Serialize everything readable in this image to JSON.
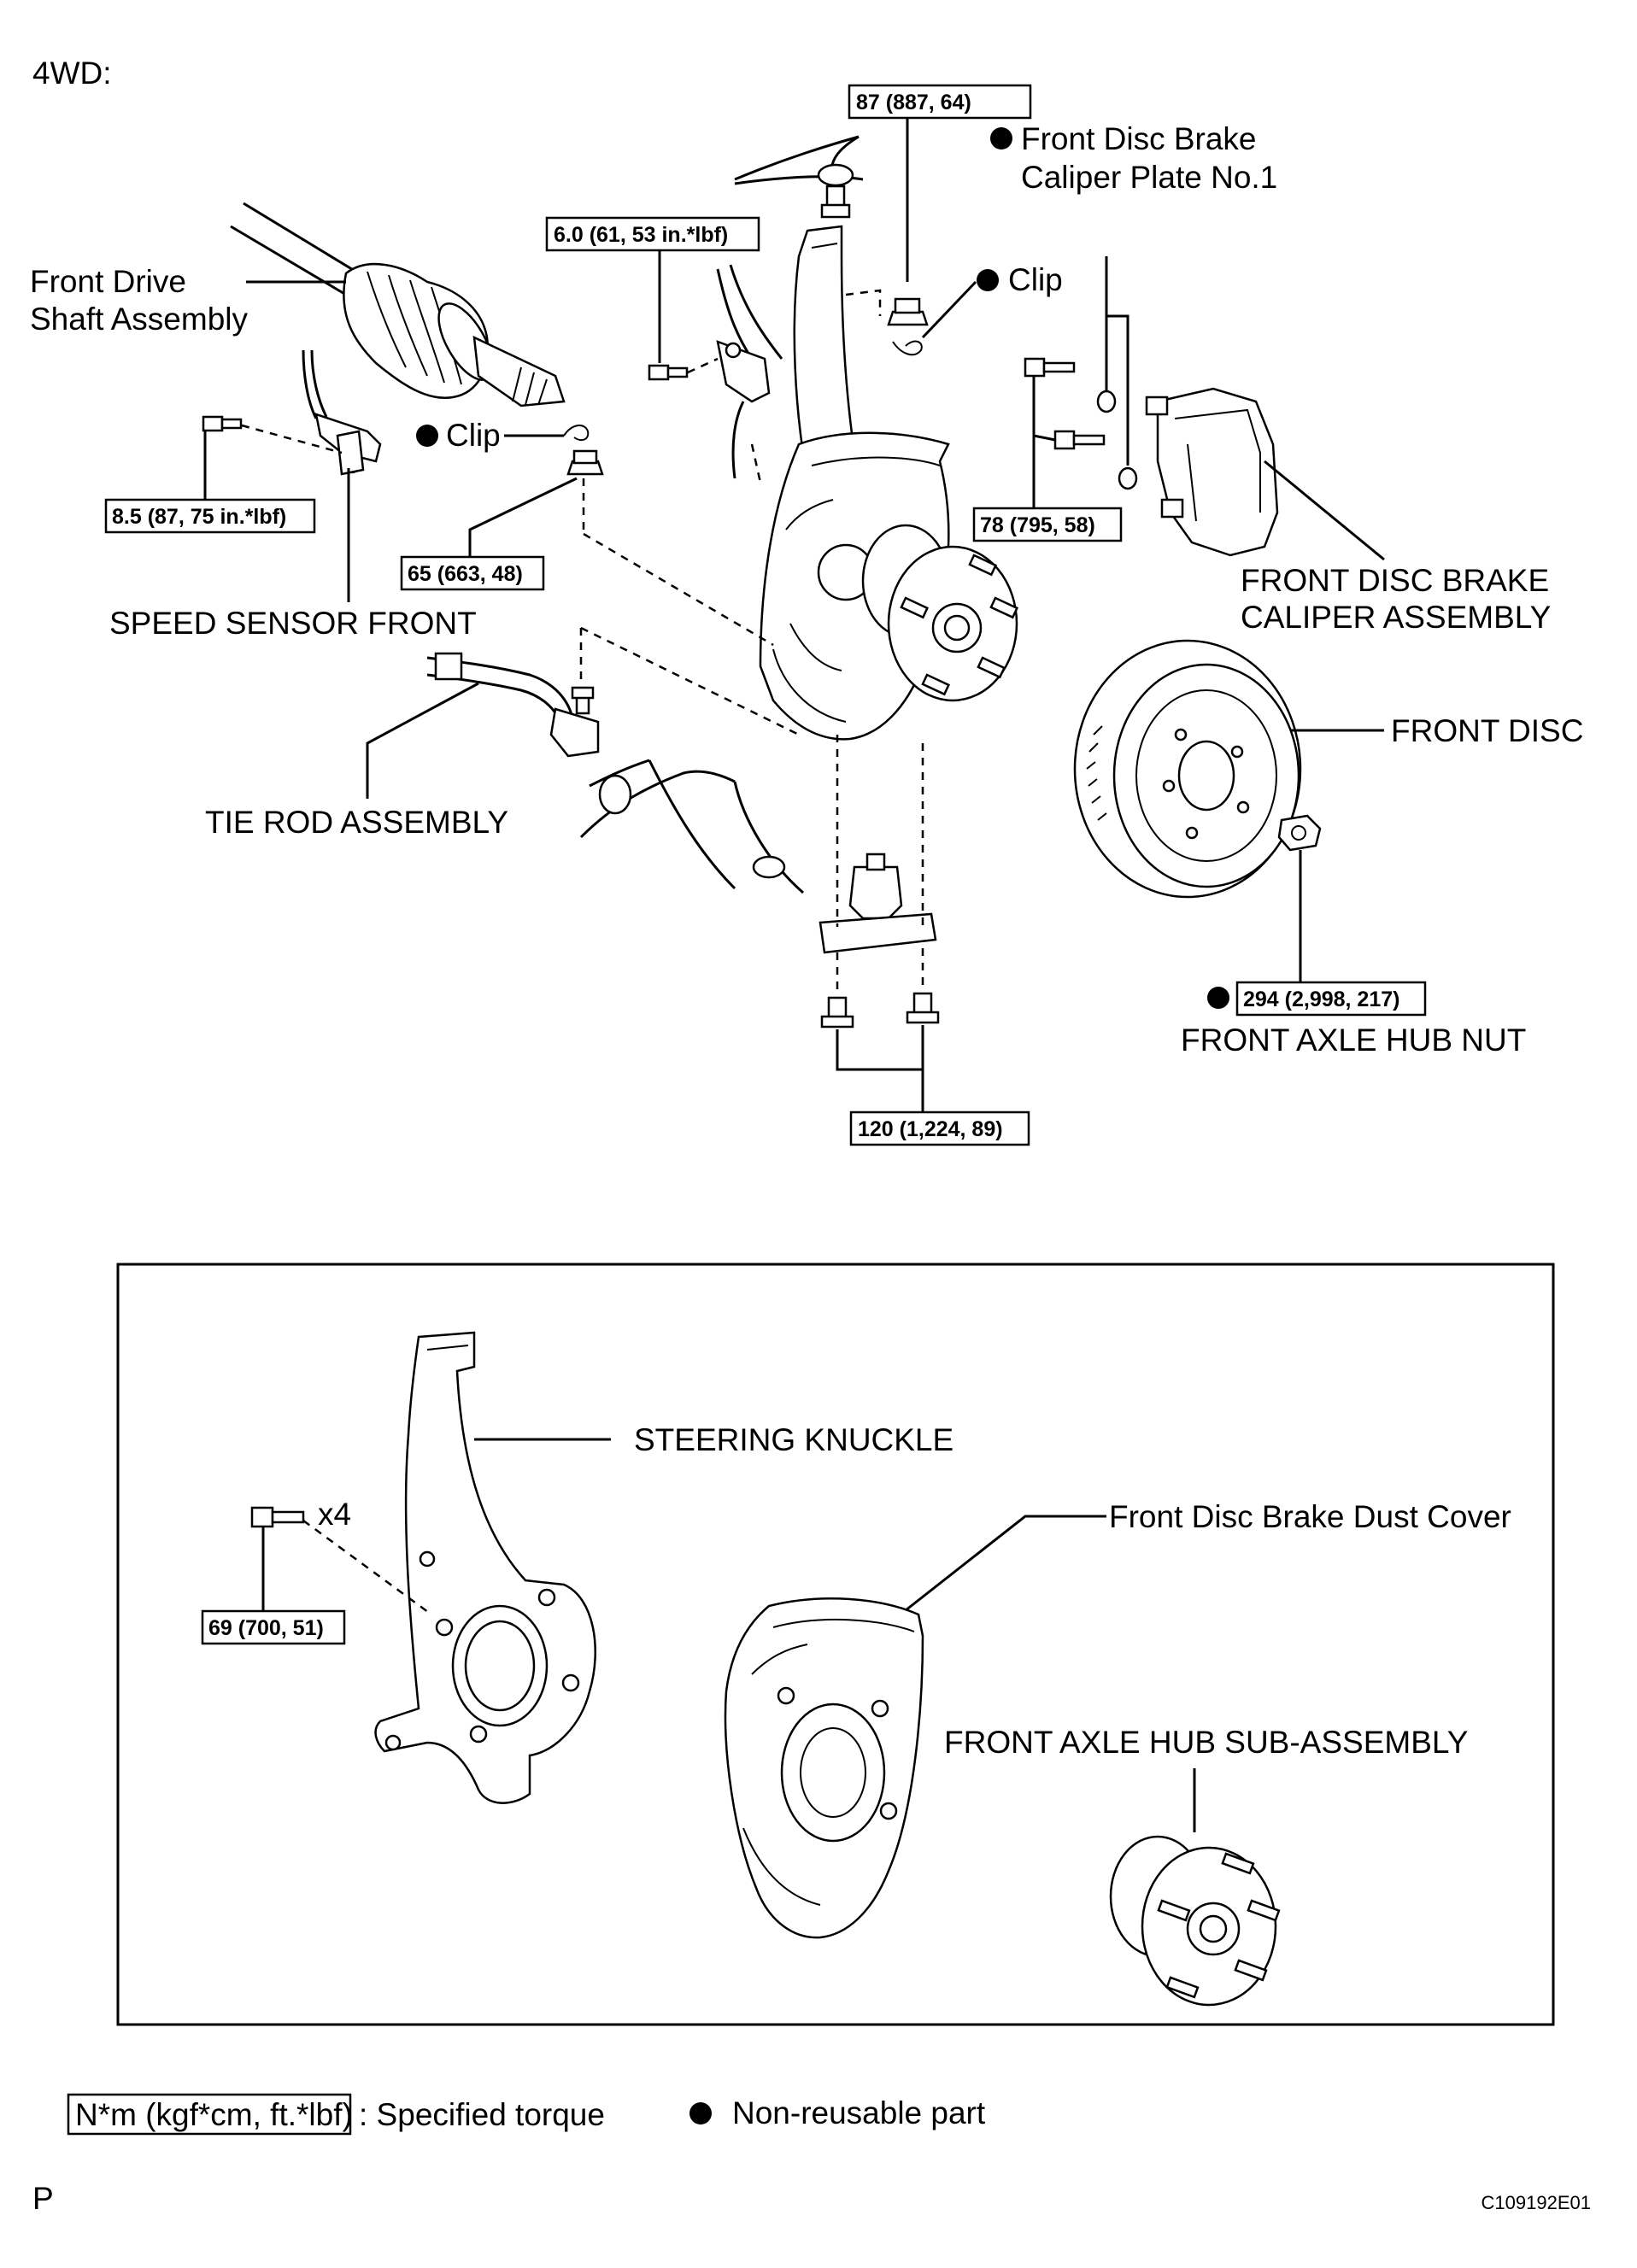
{
  "header": {
    "variant": "4WD:"
  },
  "labels": {
    "drive_shaft_line1": "Front Drive",
    "drive_shaft_line2": "Shaft Assembly",
    "caliper_plate_line1": "Front Disc Brake",
    "caliper_plate_line2": "Caliper Plate No.1",
    "clip_upper": "Clip",
    "clip_lower": "Clip",
    "speed_sensor": "SPEED SENSOR FRONT",
    "caliper_assembly_line1": "FRONT DISC BRAKE",
    "caliper_assembly_line2": "CALIPER ASSEMBLY",
    "tie_rod": "TIE ROD ASSEMBLY",
    "front_disc": "FRONT DISC",
    "hub_nut": "FRONT AXLE HUB NUT",
    "steering_knuckle": "STEERING KNUCKLE",
    "dust_cover": "Front Disc Brake Dust Cover",
    "axle_hub": "FRONT AXLE HUB SUB-ASSEMBLY",
    "bolt_count": "x4"
  },
  "torques": {
    "t87": "87 (887, 64)",
    "t6": "6.0 (61, 53 in.*lbf)",
    "t85": "8.5 (87, 75 in.*lbf)",
    "t65": "65 (663, 48)",
    "t78": "78 (795, 58)",
    "t294": "294 (2,998, 217)",
    "t120": "120 (1,224, 89)",
    "t69": "69 (700, 51)"
  },
  "legend": {
    "torque_box": "N*m (kgf*cm, ft.*lbf)",
    "torque_desc": ": Specified torque",
    "nonreusable": "Non-reusable part"
  },
  "footer": {
    "left_code": "P",
    "figure_id": "C109192E01"
  }
}
